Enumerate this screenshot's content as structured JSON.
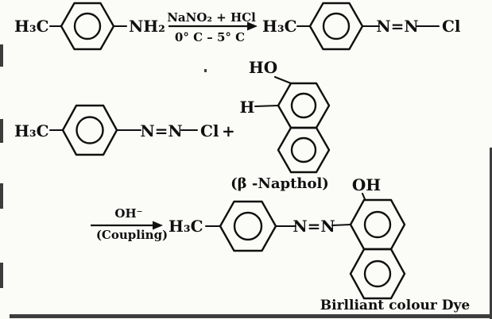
{
  "colors": {
    "ink": "#101010",
    "paper": "#fbfbf8"
  },
  "reaction": {
    "step1": {
      "reactant": {
        "methyl": "H₃C",
        "amine": "NH₂"
      },
      "arrow": {
        "reagents": "NaNO₂ + HCl",
        "conditions": "0° C – 5° C"
      },
      "product": {
        "methyl": "H₃C",
        "azo": "N=N",
        "chloride": "Cl"
      }
    },
    "step2": {
      "diazonium": {
        "methyl": "H₃C",
        "azo": "N=N",
        "chloride": "Cl",
        "plus": "+"
      },
      "naphthol": {
        "hydroxyl": "HO",
        "ring_hydrogen": "H",
        "caption": "(β -Napthol)"
      }
    },
    "step3": {
      "arrow": {
        "reagent": "OH⁻",
        "caption": "(Coupling)"
      },
      "product": {
        "methyl": "H₃C",
        "azo": "N=N",
        "hydroxyl": "OH",
        "caption": "Birlliant colour Dye"
      }
    }
  }
}
